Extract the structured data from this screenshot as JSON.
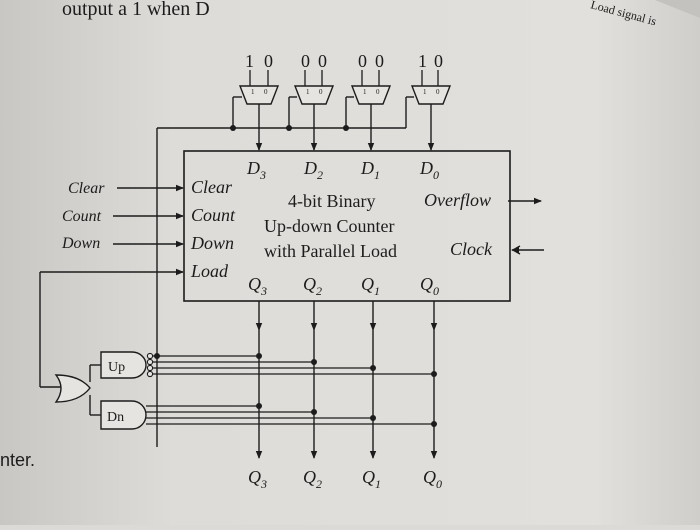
{
  "page_text": {
    "top_fragment": "output a 1 when D",
    "corner_fragment": "Load signal is",
    "left_fragment": "nter."
  },
  "mux_inputs": [
    {
      "left": "1",
      "right": "0"
    },
    {
      "left": "0",
      "right": "0"
    },
    {
      "left": "0",
      "right": "0"
    },
    {
      "left": "1",
      "right": "0"
    }
  ],
  "mux_inner": [
    {
      "left": "1",
      "right": "0"
    },
    {
      "left": "1",
      "right": "0"
    },
    {
      "left": "1",
      "right": "0"
    },
    {
      "left": "1",
      "right": "0"
    }
  ],
  "counter": {
    "title_line1": "4-bit Binary",
    "title_line2": "Up-down Counter",
    "title_line3": "with Parallel Load",
    "inputs": [
      "Clear",
      "Count",
      "Down",
      "Load"
    ],
    "data_inputs": [
      {
        "base": "D",
        "sub": "3"
      },
      {
        "base": "D",
        "sub": "2"
      },
      {
        "base": "D",
        "sub": "1"
      },
      {
        "base": "D",
        "sub": "0"
      }
    ],
    "outputs": [
      {
        "base": "Q",
        "sub": "3"
      },
      {
        "base": "Q",
        "sub": "2"
      },
      {
        "base": "Q",
        "sub": "1"
      },
      {
        "base": "Q",
        "sub": "0"
      }
    ],
    "overflow": "Overflow",
    "clock": "Clock"
  },
  "external_inputs": [
    "Clear",
    "Count",
    "Down"
  ],
  "gates": {
    "up": "Up",
    "dn": "Dn"
  },
  "bottom_outputs": [
    {
      "base": "Q",
      "sub": "3"
    },
    {
      "base": "Q",
      "sub": "2"
    },
    {
      "base": "Q",
      "sub": "1"
    },
    {
      "base": "Q",
      "sub": "0"
    }
  ]
}
